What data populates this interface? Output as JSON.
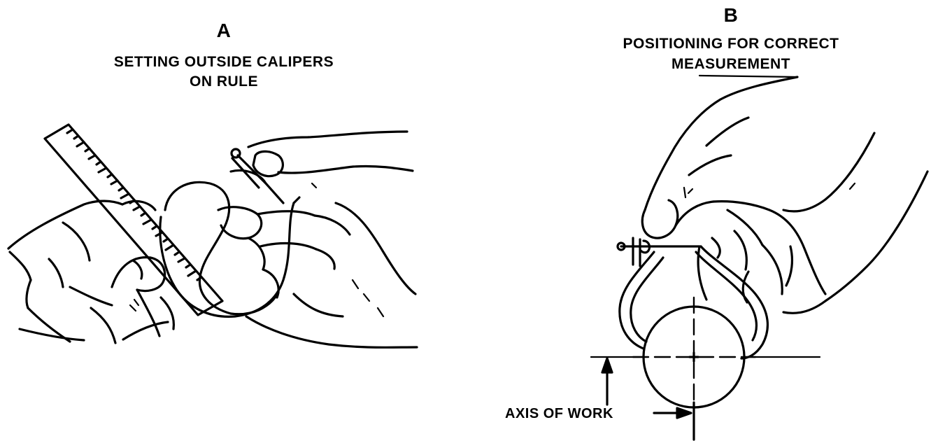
{
  "panel_a": {
    "letter": "A",
    "caption_line1": "SETTING OUTSIDE CALIPERS",
    "caption_line2": "ON RULE"
  },
  "panel_b": {
    "letter": "B",
    "caption_line1": "POSITIONING FOR CORRECT",
    "caption_line2": "MEASUREMENT",
    "axis_label": "AXIS OF WORK"
  }
}
